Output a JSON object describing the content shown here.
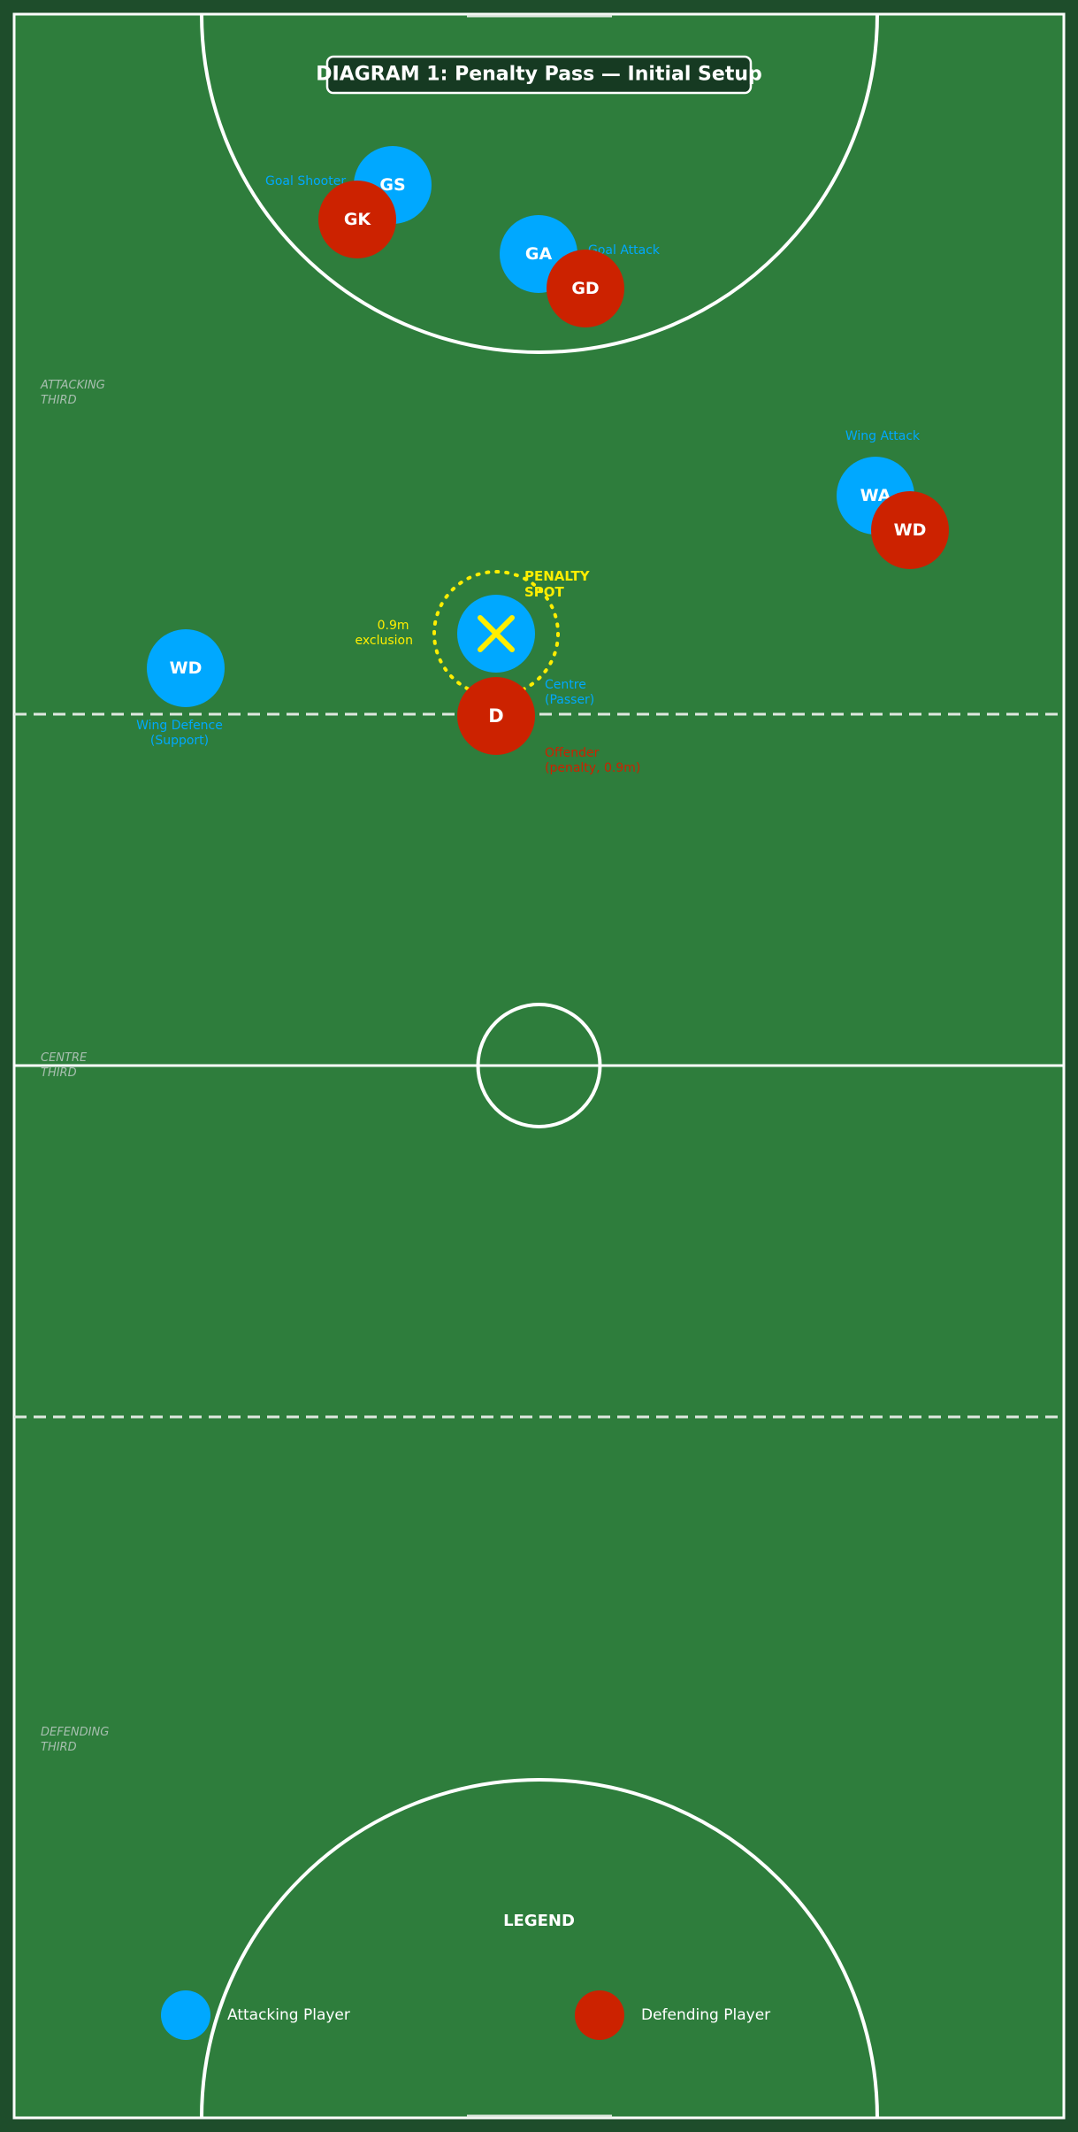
{
  "title": "DIAGRAM 1: Penalty Pass — Initial Setup",
  "colors": {
    "court": "#2e7d3c",
    "outer": "#1e4d2b",
    "lines": "#ffffff",
    "attack": "#00a8ff",
    "defence": "#cc2200",
    "penalty": "#ffee00",
    "zone_text": "#a8bfb0"
  },
  "zones": {
    "attacking": [
      "ATTACKING",
      "THIRD"
    ],
    "centre": [
      "CENTRE",
      "THIRD"
    ],
    "defending": [
      "DEFENDING",
      "THIRD"
    ]
  },
  "players": {
    "gs": {
      "abbr": "GS",
      "label": [
        "Goal Shooter"
      ],
      "team": "attack"
    },
    "gk": {
      "abbr": "GK",
      "label": [],
      "team": "defence"
    },
    "ga": {
      "abbr": "GA",
      "label": [
        "Goal Attack"
      ],
      "team": "attack"
    },
    "gd": {
      "abbr": "GD",
      "label": [],
      "team": "defence"
    },
    "wa": {
      "abbr": "WA",
      "label": [
        "Wing Attack"
      ],
      "team": "attack"
    },
    "wd_def": {
      "abbr": "WD",
      "label": [],
      "team": "defence"
    },
    "centre": {
      "abbr": "",
      "label": [
        "Centre",
        "(Passer)"
      ],
      "team": "attack"
    },
    "d": {
      "abbr": "D",
      "label": [
        "Offender",
        "(penalty, 0.9m)"
      ],
      "team": "defence"
    },
    "wd_att": {
      "abbr": "WD",
      "label": [
        "Wing Defence",
        "(Support)"
      ],
      "team": "attack"
    }
  },
  "penalty": {
    "label": [
      "PENALTY",
      "SPOT"
    ],
    "exclusion": [
      "0.9m",
      "exclusion"
    ]
  },
  "legend": {
    "title": "LEGEND",
    "attacking": "Attacking Player",
    "defending": "Defending Player"
  }
}
